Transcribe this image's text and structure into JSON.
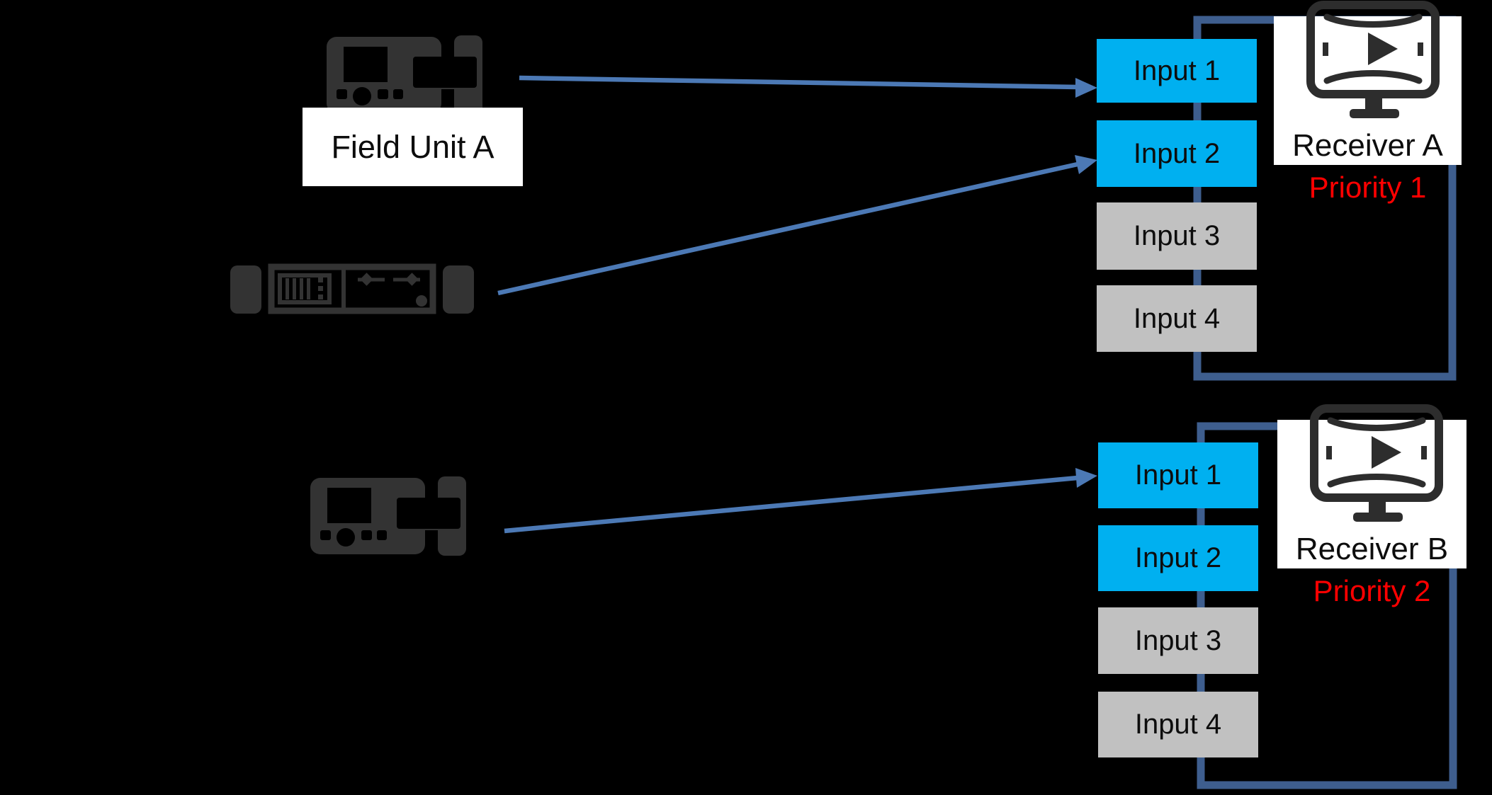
{
  "colors": {
    "background": "#000000",
    "device": "#333333",
    "monitor": "#2D2D2D",
    "loop": "#3E5E8E",
    "arrow": "#4C79B5",
    "input_active": "#00B0F0",
    "input_inactive": "#C1C1C1",
    "card_bg": "#FFFFFF",
    "text_dark": "#0D0D0D",
    "priority_red": "#FF0000"
  },
  "sources": {
    "field_unit_a": {
      "label": "Field Unit A",
      "icon": "portable-field-unit-icon"
    },
    "rack_unit": {
      "icon": "rack-encoder-icon"
    },
    "field_unit_b": {
      "icon": "portable-field-unit-icon"
    }
  },
  "receivers": [
    {
      "name": "Receiver A",
      "priority": "Priority 1",
      "icon": "monitor-play-icon",
      "inputs": [
        {
          "label": "Input 1",
          "active": true
        },
        {
          "label": "Input 2",
          "active": true
        },
        {
          "label": "Input 3",
          "active": false
        },
        {
          "label": "Input 4",
          "active": false
        }
      ]
    },
    {
      "name": "Receiver B",
      "priority": "Priority 2",
      "icon": "monitor-play-icon",
      "inputs": [
        {
          "label": "Input 1",
          "active": true
        },
        {
          "label": "Input 2",
          "active": true
        },
        {
          "label": "Input 3",
          "active": false
        },
        {
          "label": "Input 4",
          "active": false
        }
      ]
    }
  ],
  "connections": [
    {
      "from": "field-unit-a",
      "to": "receiver-a-input-1",
      "style": "arrow"
    },
    {
      "from": "rack-unit",
      "to": "receiver-a-input-2",
      "style": "arrow"
    },
    {
      "from": "field-unit-b",
      "to": "receiver-b-input-1",
      "style": "arrow"
    },
    {
      "from": "receiver-a-inputs",
      "to": "receiver-a",
      "style": "bus-loop"
    },
    {
      "from": "receiver-b-inputs",
      "to": "receiver-b",
      "style": "bus-loop"
    }
  ]
}
